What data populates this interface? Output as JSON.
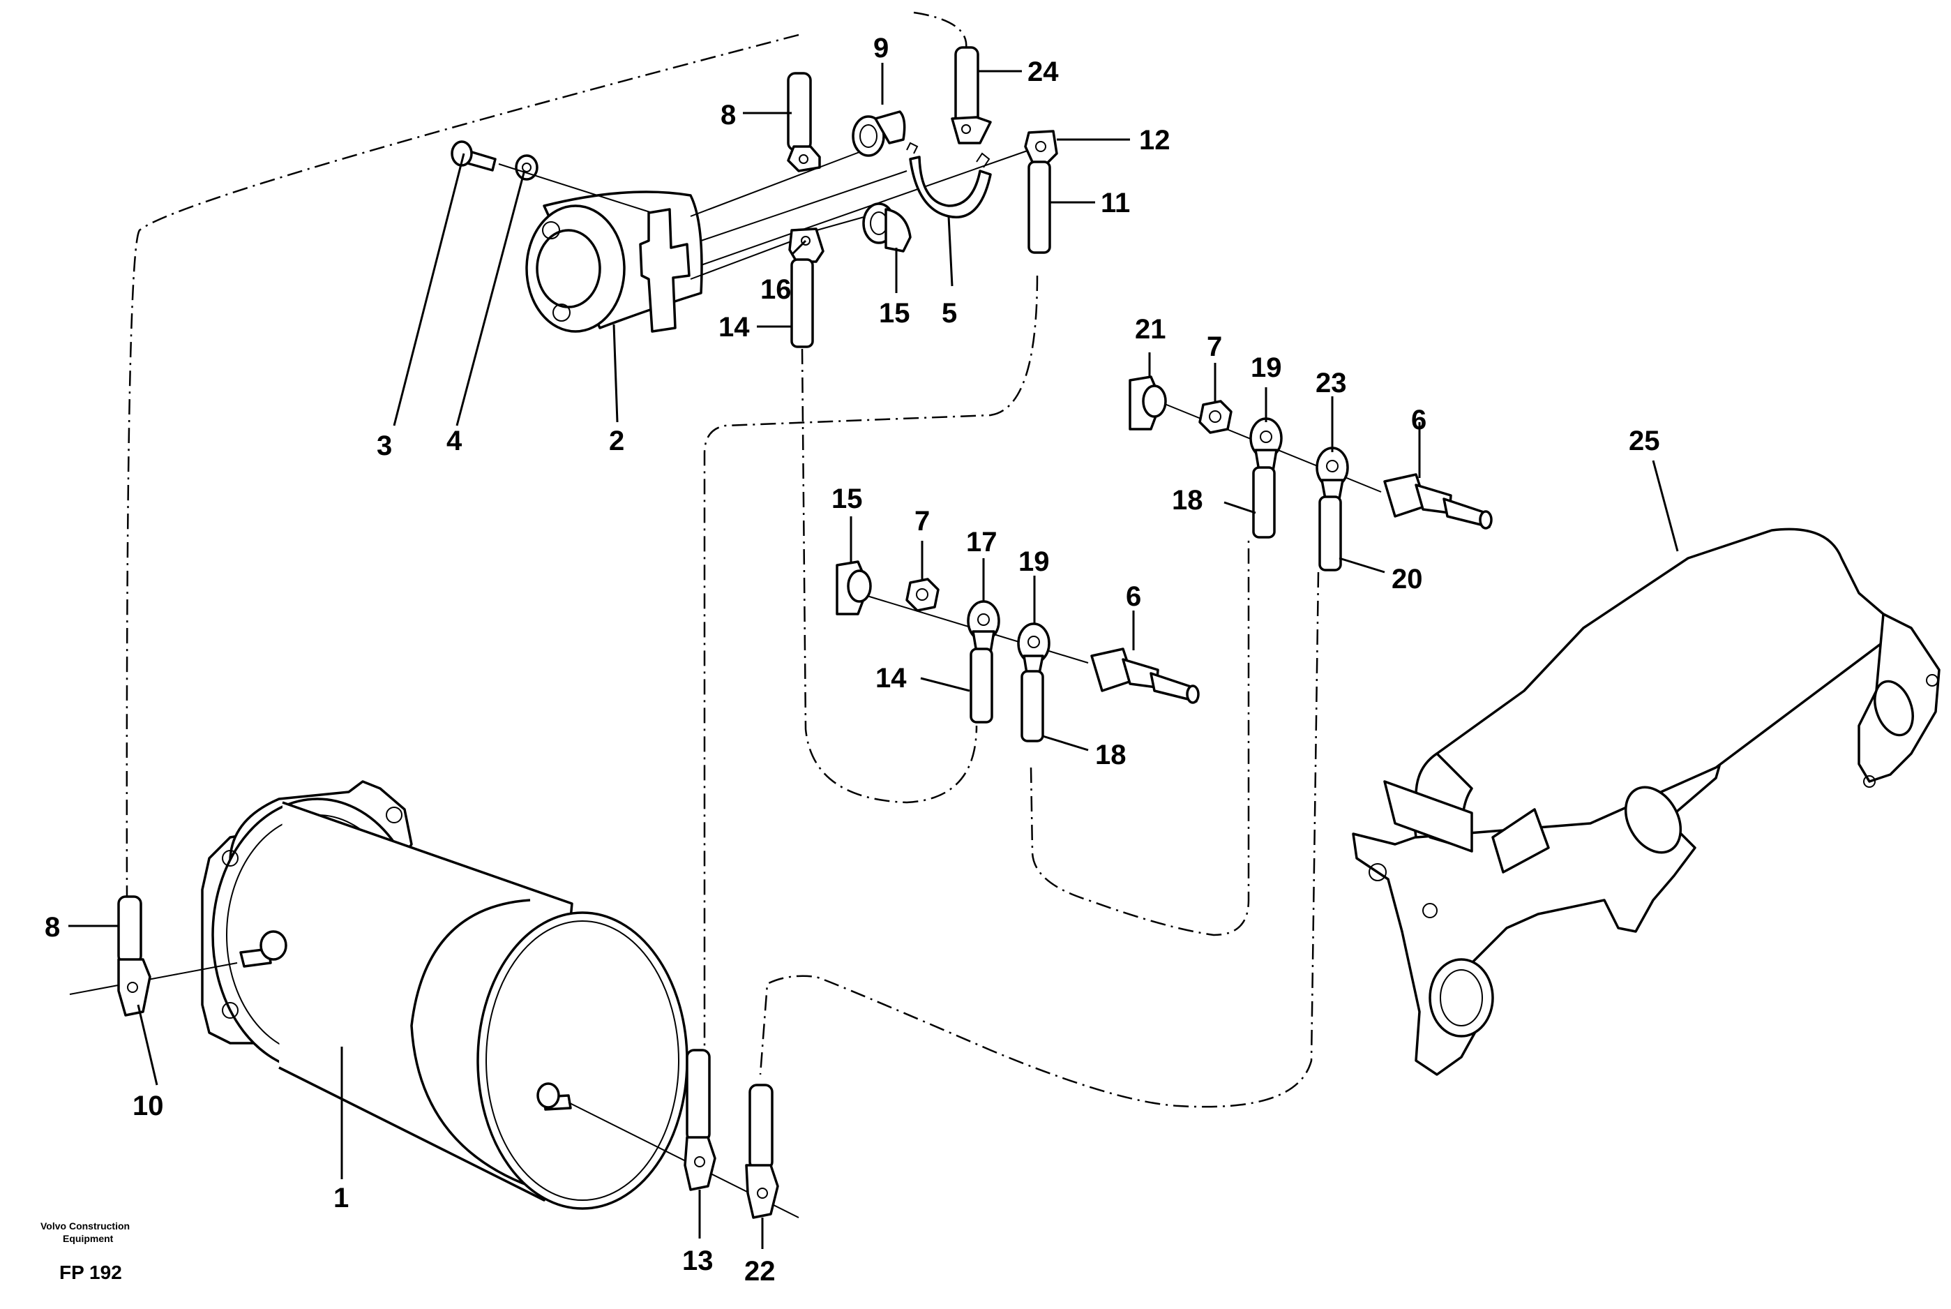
{
  "diagram": {
    "callouts": [
      {
        "id": "c-8-top",
        "label": "8"
      },
      {
        "id": "c-9",
        "label": "9"
      },
      {
        "id": "c-24",
        "label": "24"
      },
      {
        "id": "c-12",
        "label": "12"
      },
      {
        "id": "c-11",
        "label": "11"
      },
      {
        "id": "c-16",
        "label": "16"
      },
      {
        "id": "c-14-top",
        "label": "14"
      },
      {
        "id": "c-15-top",
        "label": "15"
      },
      {
        "id": "c-5",
        "label": "5"
      },
      {
        "id": "c-3",
        "label": "3"
      },
      {
        "id": "c-4",
        "label": "4"
      },
      {
        "id": "c-2",
        "label": "2"
      },
      {
        "id": "c-21",
        "label": "21"
      },
      {
        "id": "c-7-top",
        "label": "7"
      },
      {
        "id": "c-19-top",
        "label": "19"
      },
      {
        "id": "c-23",
        "label": "23"
      },
      {
        "id": "c-6-top",
        "label": "6"
      },
      {
        "id": "c-25",
        "label": "25"
      },
      {
        "id": "c-18-top",
        "label": "18"
      },
      {
        "id": "c-20",
        "label": "20"
      },
      {
        "id": "c-15-mid",
        "label": "15"
      },
      {
        "id": "c-7-mid",
        "label": "7"
      },
      {
        "id": "c-17",
        "label": "17"
      },
      {
        "id": "c-19-mid",
        "label": "19"
      },
      {
        "id": "c-6-mid",
        "label": "6"
      },
      {
        "id": "c-14-mid",
        "label": "14"
      },
      {
        "id": "c-18-mid",
        "label": "18"
      },
      {
        "id": "c-8-left",
        "label": "8"
      },
      {
        "id": "c-10",
        "label": "10"
      },
      {
        "id": "c-1",
        "label": "1"
      },
      {
        "id": "c-13",
        "label": "13"
      },
      {
        "id": "c-22",
        "label": "22"
      }
    ]
  },
  "footer": {
    "publisher_line1": "Volvo Construction",
    "publisher_line2": "Equipment",
    "figure_code": "FP 192"
  }
}
